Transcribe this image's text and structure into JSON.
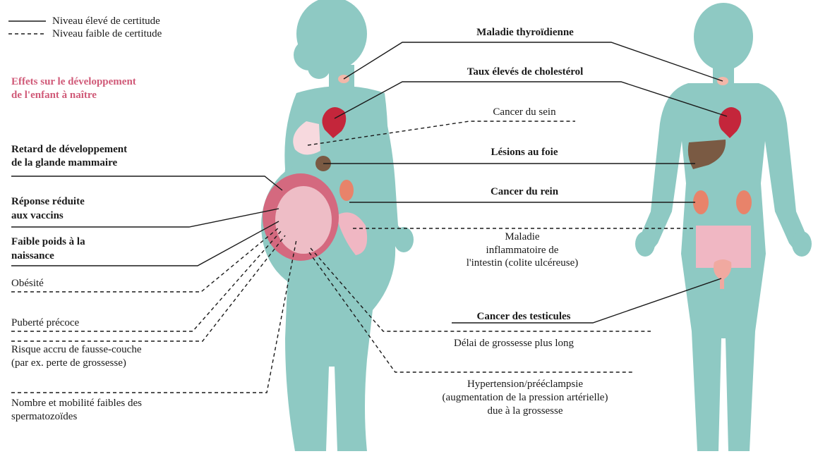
{
  "colors": {
    "body": "#8ec9c3",
    "line": "#1a1a1a",
    "accent": "#d05a78",
    "heart": "#c4263b",
    "liver": "#7a5a43",
    "kidney": "#e8836a",
    "breast": "#f7d9de",
    "uterus": "#d4697f",
    "intestine": "#f0b7c3",
    "bladder": "#f0a9a0",
    "thyroid": "#f3b7a9"
  },
  "legend": {
    "solid": "Niveau élevé de certitude",
    "dashed": "Niveau faible de certitude"
  },
  "unborn_heading": [
    "Effets sur le développement",
    "de l'enfant à naître"
  ],
  "left_labels": {
    "mammary": [
      "Retard de développement",
      "de la glande mammaire"
    ],
    "vaccine": [
      "Réponse réduite",
      "aux vaccins"
    ],
    "weight": [
      "Faible poids à la",
      "naissance"
    ],
    "obesity": "Obésité",
    "puberty": "Puberté précoce",
    "miscarriage": [
      "Risque accru de fausse-couche",
      "(par ex. perte de grossesse)"
    ],
    "sperm": [
      "Nombre et mobilité faibles des",
      "spermatozoïdes"
    ]
  },
  "center_labels": {
    "thyroid": "Maladie thyroïdienne",
    "cholesterol": "Taux élevés de cholestérol",
    "breast_cancer": "Cancer du sein",
    "liver": "Lésions au foie",
    "kidney_cancer": "Cancer du rein",
    "ibd": [
      "Maladie",
      "inflammatoire de",
      "l'intestin (colite ulcéreuse)"
    ],
    "testicular": "Cancer des testicules",
    "pregnancy_delay": "Délai de grossesse plus long",
    "hypertension": [
      "Hypertension/prééclampsie",
      "(augmentation de la pression artérielle)",
      "due à la grossesse"
    ]
  }
}
